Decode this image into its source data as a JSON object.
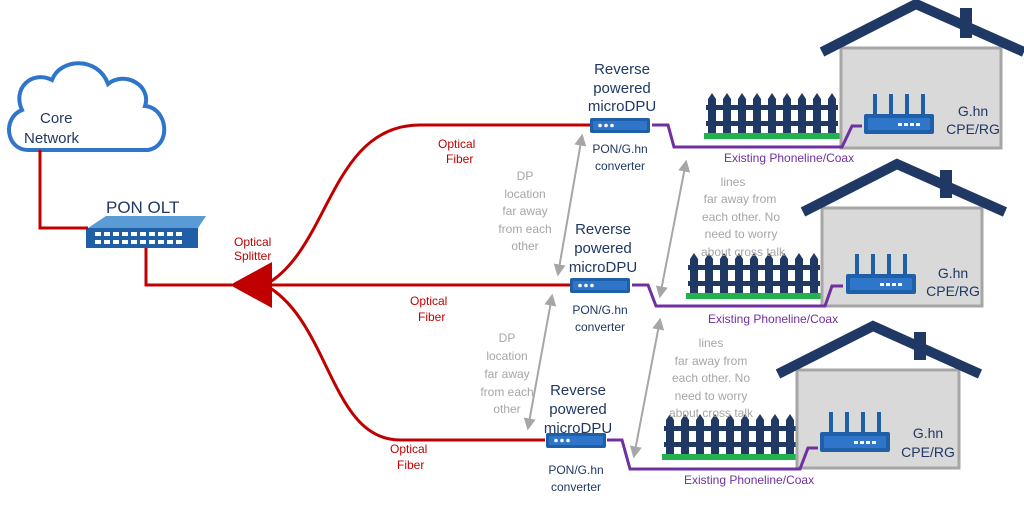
{
  "core_network": {
    "line1": "Core",
    "line2": "Network"
  },
  "olt": {
    "label": "PON OLT"
  },
  "splitter": {
    "line1": "Optical",
    "line2": "Splitter"
  },
  "branches": [
    {
      "fiber": {
        "line1": "Optical",
        "line2": "Fiber"
      },
      "dpu": {
        "line1": "Reverse",
        "line2": "powered",
        "line3": "microDPU"
      },
      "converter": {
        "line1": "PON/G.hn",
        "line2": "converter"
      },
      "existing_line": "Existing Phoneline/Coax",
      "cpe": {
        "line1": "G.hn",
        "line2": "CPE/RG"
      }
    },
    {
      "fiber": {
        "line1": "Optical",
        "line2": "Fiber"
      },
      "dpu": {
        "line1": "Reverse",
        "line2": "powered",
        "line3": "microDPU"
      },
      "converter": {
        "line1": "PON/G.hn",
        "line2": "converter"
      },
      "existing_line": "Existing Phoneline/Coax",
      "cpe": {
        "line1": "G.hn",
        "line2": "CPE/RG"
      }
    },
    {
      "fiber": {
        "line1": "Optical",
        "line2": "Fiber"
      },
      "dpu": {
        "line1": "Reverse",
        "line2": "powered",
        "line3": "microDPU"
      },
      "converter": {
        "line1": "PON/G.hn",
        "line2": "converter"
      },
      "existing_line": "Existing Phoneline/Coax",
      "cpe": {
        "line1": "G.hn",
        "line2": "CPE/RG"
      }
    }
  ],
  "dp_note_1": {
    "line1": "DP",
    "line2": "location",
    "line3": "far away",
    "line4": "from each",
    "line5": "other"
  },
  "dp_note_2": {
    "line1": "DP",
    "line2": "location",
    "line3": "far away",
    "line4": "from each",
    "line5": "other"
  },
  "lines_note_1": {
    "line1": "lines",
    "line2": "far away from",
    "line3": "each other. No",
    "line4": "need to worry",
    "line5": "about cross talk"
  },
  "lines_note_2": {
    "line1": "lines",
    "line2": "far away from",
    "line3": "each other. No",
    "line4": "need to worry",
    "line5": "about cross talk"
  },
  "colors": {
    "fiber": "#c00000",
    "coax": "#7030a0",
    "device": "#1f5fa8",
    "house": "#1f3864",
    "note": "#a6a6a6",
    "grass": "#22b14c"
  }
}
